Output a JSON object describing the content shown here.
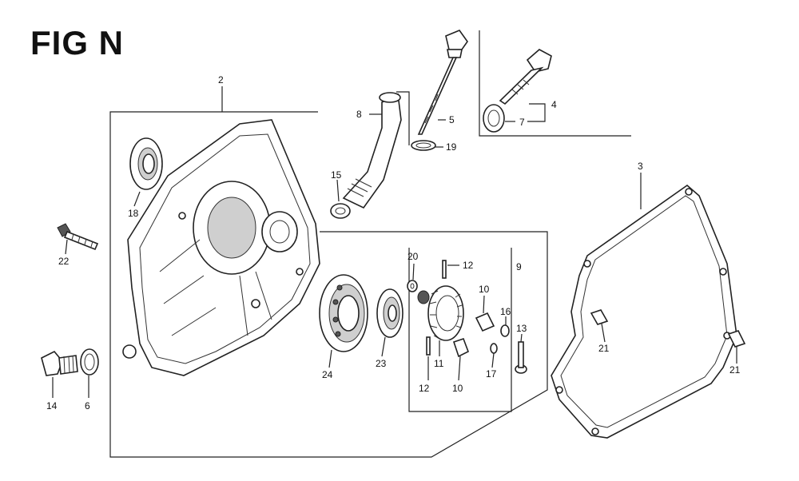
{
  "figure": {
    "title": "FIG N"
  },
  "callouts": {
    "c2": "2",
    "c3": "3",
    "c4": "4",
    "c5": "5",
    "c6": "6",
    "c7": "7",
    "c8": "8",
    "c9": "9",
    "c10a": "10",
    "c10b": "10",
    "c11": "11",
    "c12a": "12",
    "c12b": "12",
    "c13": "13",
    "c14": "14",
    "c15": "15",
    "c16": "16",
    "c17": "17",
    "c18": "18",
    "c19": "19",
    "c20": "20",
    "c21a": "21",
    "c21b": "21",
    "c22": "22",
    "c23": "23",
    "c24": "24"
  }
}
